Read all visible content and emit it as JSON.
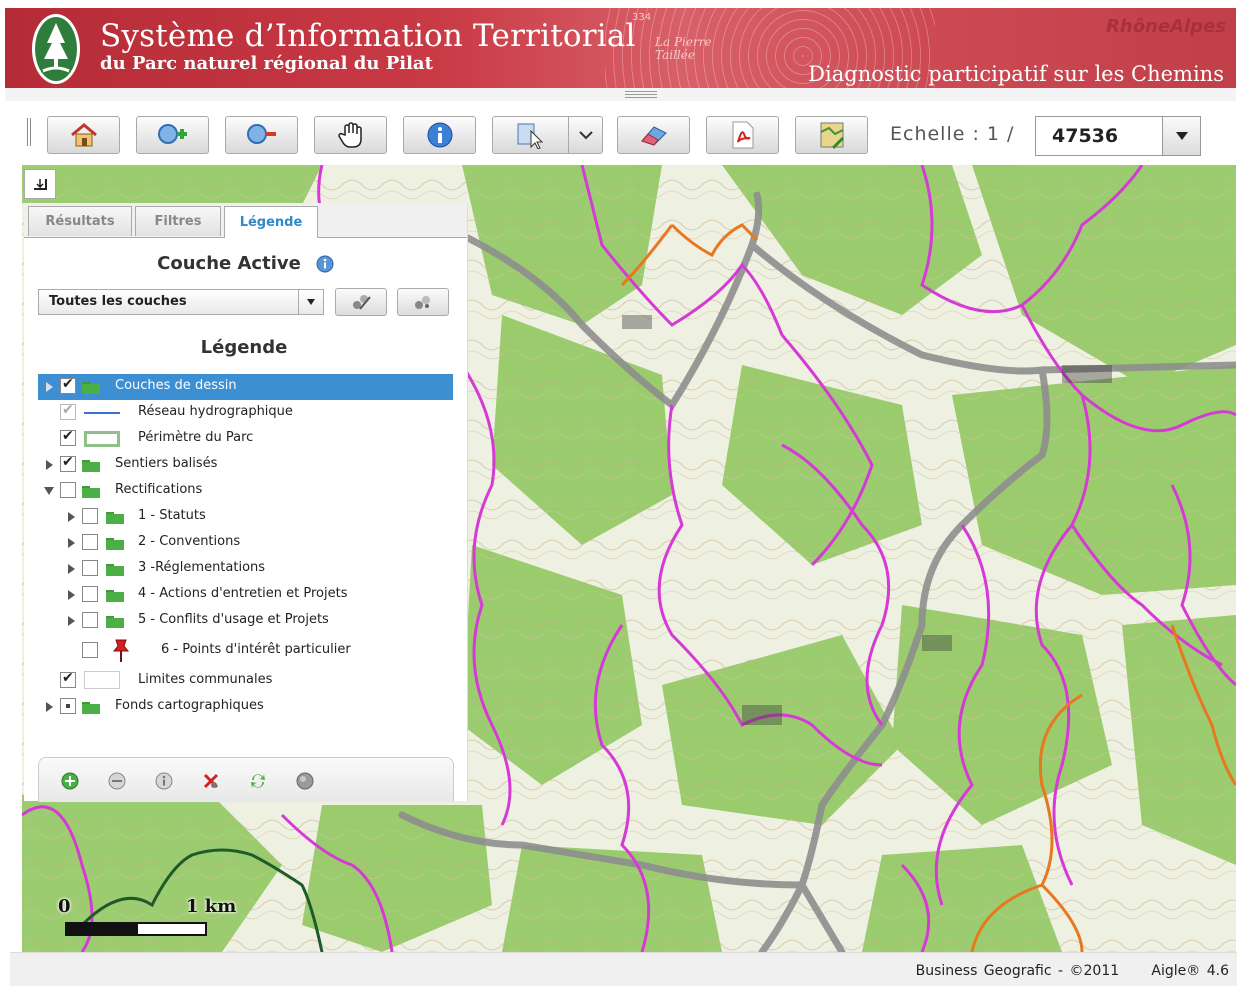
{
  "header": {
    "title": "Système d’Information Territorial",
    "subtitle": "du Parc naturel régional du Pilat",
    "region": "RhôneAlpes",
    "tagline": "Diagnostic participatif sur les Chemins",
    "map_label": "La Pierre\nTaillée",
    "map_label_small": "334"
  },
  "toolbar": {
    "buttons": [
      "home-icon",
      "zoom-in-icon",
      "zoom-out-icon",
      "pan-hand-icon",
      "info-icon",
      "select-icon",
      "eraser-icon",
      "pdf-icon",
      "export-map-icon"
    ],
    "scale_label": "Echelle : 1 /",
    "scale_value": "47536"
  },
  "panel": {
    "tabs": [
      "Résultats",
      "Filtres",
      "Légende"
    ],
    "active_tab": "Légende",
    "couche_title": "Couche Active",
    "layer_select": "Toutes les couches",
    "legend_title": "Légende",
    "items": [
      {
        "label": "Couches de dessin"
      },
      {
        "label": "Réseau hydrographique"
      },
      {
        "label": "Périmètre du Parc"
      },
      {
        "label": "Sentiers balisés"
      },
      {
        "label": "Rectifications"
      },
      {
        "label": "1 - Statuts"
      },
      {
        "label": "2 - Conventions"
      },
      {
        "label": "3 -Réglementations"
      },
      {
        "label": "4 - Actions d'entretien et Projets"
      },
      {
        "label": "5 - Conflits d'usage et Projets"
      },
      {
        "label": "6 - Points d'intérêt particulier"
      },
      {
        "label": "Limites communales"
      },
      {
        "label": "Fonds cartographiques"
      }
    ],
    "footer_icons": [
      "add-icon",
      "remove-icon",
      "info-icon",
      "delete-layer-icon",
      "refresh-icon",
      "globe-icon"
    ]
  },
  "map": {
    "scale_zero": "0",
    "scale_km": "1 km",
    "colors": {
      "trail": "#d63ad6",
      "road": "#8a8a8a",
      "orange": "#e8781e",
      "forest": "#7fbf4a"
    }
  },
  "status": {
    "copyright": "Business Geografic - ©2011",
    "version": "Aigle® 4.6"
  }
}
